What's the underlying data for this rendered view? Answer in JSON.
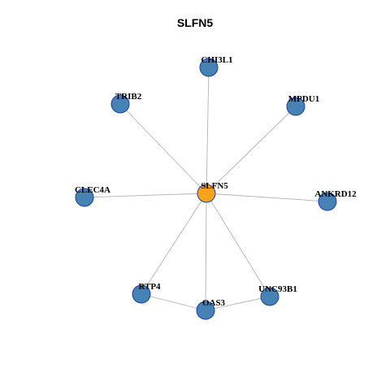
{
  "title": "SLFN5",
  "colors": {
    "hub": "#f5a31a",
    "node": "#4682b4",
    "node_stroke": "#1c3fa8",
    "edge": "#b3b3b3"
  },
  "nodes": [
    {
      "id": "SLFN5",
      "label": "SLFN5",
      "type": "hub"
    },
    {
      "id": "CHI3L1",
      "label": "CHI3L1",
      "type": "neighbor"
    },
    {
      "id": "TRIB2",
      "label": "TRIB2",
      "type": "neighbor"
    },
    {
      "id": "MPDU1",
      "label": "MPDU1",
      "type": "neighbor"
    },
    {
      "id": "CLEC4A",
      "label": "CLEC4A",
      "type": "neighbor"
    },
    {
      "id": "ANKRD12",
      "label": "ANKRD12",
      "type": "neighbor"
    },
    {
      "id": "RTP4",
      "label": "RTP4",
      "type": "neighbor"
    },
    {
      "id": "UNC93B1",
      "label": "UNC93B1",
      "type": "neighbor"
    },
    {
      "id": "OAS3",
      "label": "OAS3",
      "type": "neighbor"
    }
  ],
  "edges": [
    [
      "SLFN5",
      "CHI3L1"
    ],
    [
      "SLFN5",
      "TRIB2"
    ],
    [
      "SLFN5",
      "MPDU1"
    ],
    [
      "SLFN5",
      "CLEC4A"
    ],
    [
      "SLFN5",
      "ANKRD12"
    ],
    [
      "SLFN5",
      "RTP4"
    ],
    [
      "SLFN5",
      "UNC93B1"
    ],
    [
      "SLFN5",
      "OAS3"
    ],
    [
      "RTP4",
      "OAS3"
    ],
    [
      "OAS3",
      "UNC93B1"
    ]
  ]
}
